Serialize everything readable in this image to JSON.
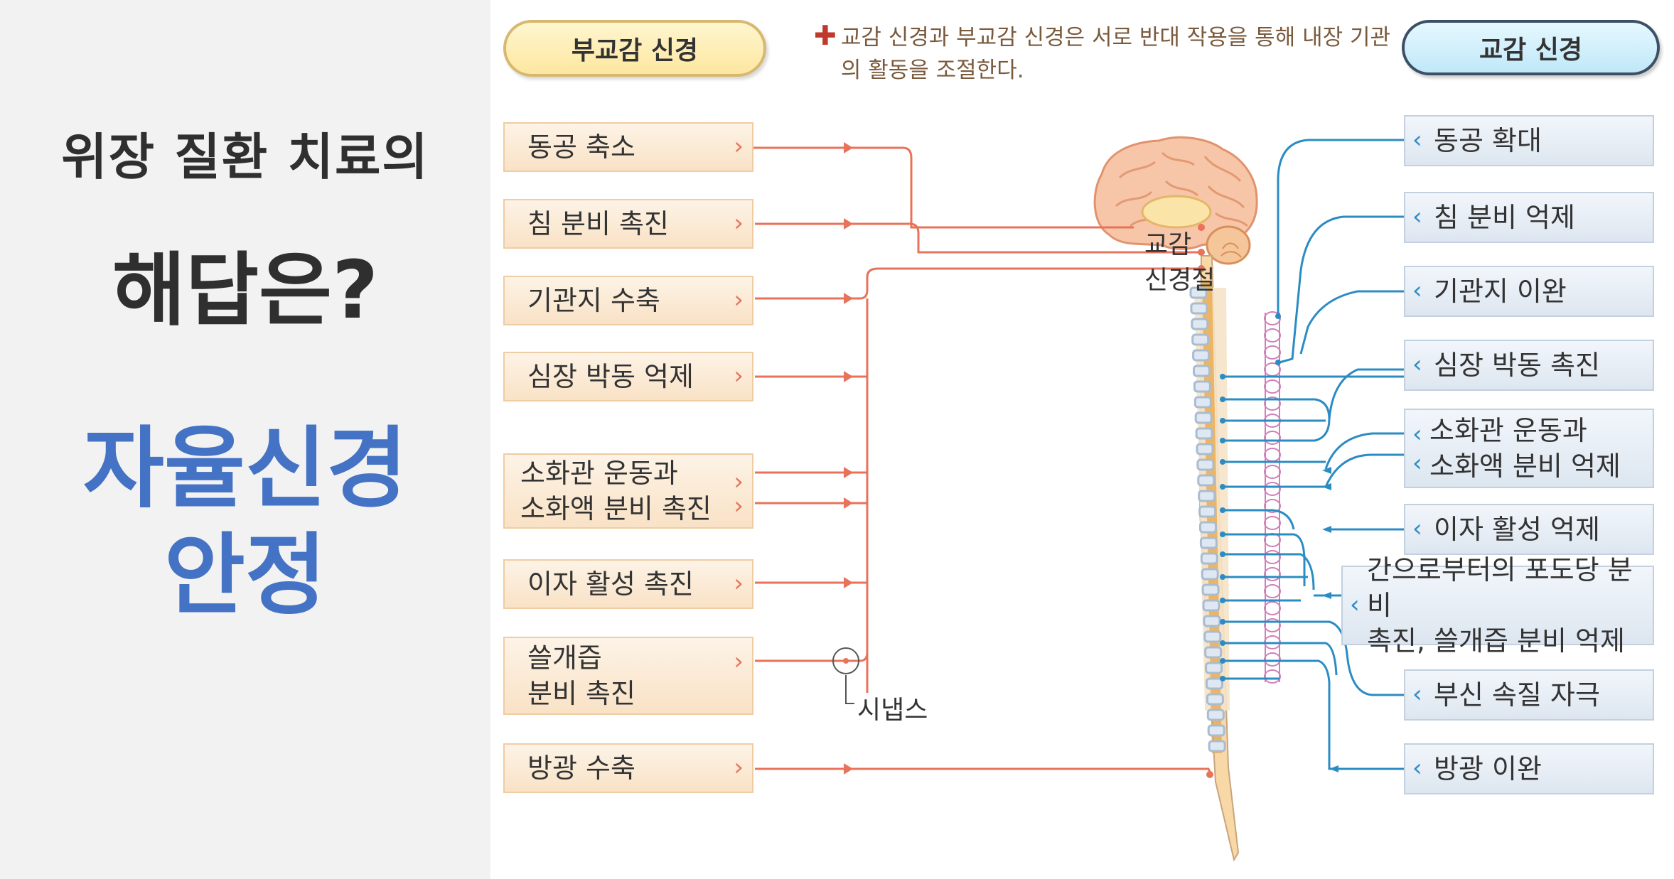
{
  "headline": {
    "line1": "위장 질환 치료의",
    "line2": "해답은?",
    "line3": "자율신경",
    "line4": "안정"
  },
  "colors": {
    "headline_accent": "#4472c4",
    "parasympathetic": "#e8735a",
    "sympathetic": "#2b8cc4",
    "left_panel_bg": "#f2f2f2"
  },
  "diagram": {
    "parasympathetic_title": "부교감 신경",
    "sympathetic_title": "교감 신경",
    "note_mark": "✚",
    "note": "교감 신경과 부교감 신경은 서로 반대 작용을 통해 내장 기관의 활동을 조절한다.",
    "ganglion_label_1": "교감",
    "ganglion_label_2": "신경절",
    "synapse_label": "시냅스",
    "parasympathetic_effects": [
      {
        "line1": "동공 축소",
        "line2": ""
      },
      {
        "line1": "침 분비 촉진",
        "line2": ""
      },
      {
        "line1": "기관지 수축",
        "line2": ""
      },
      {
        "line1": "심장 박동 억제",
        "line2": ""
      },
      {
        "line1": "소화관 운동과",
        "line2": "소화액 분비 촉진"
      },
      {
        "line1": "이자 활성 촉진",
        "line2": ""
      },
      {
        "line1": "쓸개즙",
        "line2": "분비 촉진"
      },
      {
        "line1": "방광 수축",
        "line2": ""
      }
    ],
    "sympathetic_effects": [
      {
        "line1": "동공 확대",
        "line2": ""
      },
      {
        "line1": "침 분비 억제",
        "line2": ""
      },
      {
        "line1": "기관지 이완",
        "line2": ""
      },
      {
        "line1": "심장 박동 촉진",
        "line2": ""
      },
      {
        "line1": "소화관 운동과",
        "line2": "소화액 분비 억제"
      },
      {
        "line1": "이자 활성 억제",
        "line2": ""
      },
      {
        "line1": "간으로부터의 포도당 분비",
        "line2": "촉진, 쓸개즙 분비 억제"
      },
      {
        "line1": "부신 속질 자극",
        "line2": ""
      },
      {
        "line1": "방광 이완",
        "line2": ""
      }
    ]
  }
}
